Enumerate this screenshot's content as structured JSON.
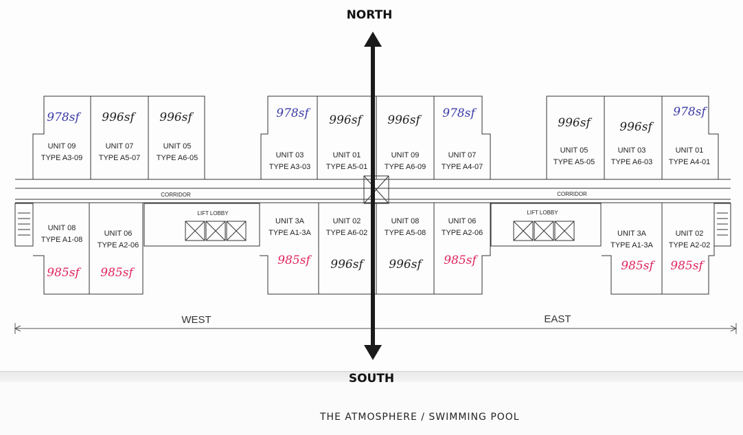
{
  "compass": {
    "north": "NORTH",
    "south": "SOUTH"
  },
  "directions": {
    "west": "WEST",
    "east": "EAST"
  },
  "corridor_label": "CORRIDOR",
  "lift_lobby_label": "LIFT LOBBY",
  "caption": "THE ATMOSPHERE / SWIMMING POOL",
  "colors": {
    "blue": "#3b3aa6",
    "black": "#222222",
    "red": "#e0245e"
  },
  "west_block": {
    "north_units": [
      {
        "unit": "UNIT 09",
        "type": "TYPE A3-09",
        "area": "978sf",
        "color": "blue"
      },
      {
        "unit": "UNIT 07",
        "type": "TYPE A5-07",
        "area": "996sf",
        "color": "black"
      },
      {
        "unit": "UNIT 05",
        "type": "TYPE A6-05",
        "area": "996sf",
        "color": "black"
      }
    ],
    "south_units": [
      {
        "unit": "UNIT 08",
        "type": "TYPE A1-08",
        "area": "985sf",
        "color": "red"
      },
      {
        "unit": "UNIT 06",
        "type": "TYPE A2-06",
        "area": "985sf",
        "color": "red"
      }
    ]
  },
  "center_block": {
    "north_units": [
      {
        "unit": "UNIT 03",
        "type": "TYPE A3-03",
        "area": "978sf",
        "color": "blue"
      },
      {
        "unit": "UNIT 01",
        "type": "TYPE A5-01",
        "area": "996sf",
        "color": "black"
      },
      {
        "unit": "UNIT 09",
        "type": "TYPE A6-09",
        "area": "996sf",
        "color": "black"
      },
      {
        "unit": "UNIT 07",
        "type": "TYPE A4-07",
        "area": "978sf",
        "color": "blue"
      }
    ],
    "south_units": [
      {
        "unit": "UNIT 3A",
        "type": "TYPE A1-3A",
        "area": "985sf",
        "color": "red"
      },
      {
        "unit": "UNIT 02",
        "type": "TYPE A6-02",
        "area": "996sf",
        "color": "black"
      },
      {
        "unit": "UNIT 08",
        "type": "TYPE A5-08",
        "area": "996sf",
        "color": "black"
      },
      {
        "unit": "UNIT 06",
        "type": "TYPE A2-06",
        "area": "985sf",
        "color": "red"
      }
    ]
  },
  "east_block": {
    "north_units": [
      {
        "unit": "UNIT 05",
        "type": "TYPE A5-05",
        "area": "996sf",
        "color": "black"
      },
      {
        "unit": "UNIT 03",
        "type": "TYPE A6-03",
        "area": "996sf",
        "color": "black"
      },
      {
        "unit": "UNIT 01",
        "type": "TYPE A4-01",
        "area": "978sf",
        "color": "blue"
      }
    ],
    "south_units": [
      {
        "unit": "UNIT 3A",
        "type": "TYPE A1-3A",
        "area": "985sf",
        "color": "red"
      },
      {
        "unit": "UNIT 02",
        "type": "TYPE A2-02",
        "area": "985sf",
        "color": "red"
      }
    ]
  }
}
